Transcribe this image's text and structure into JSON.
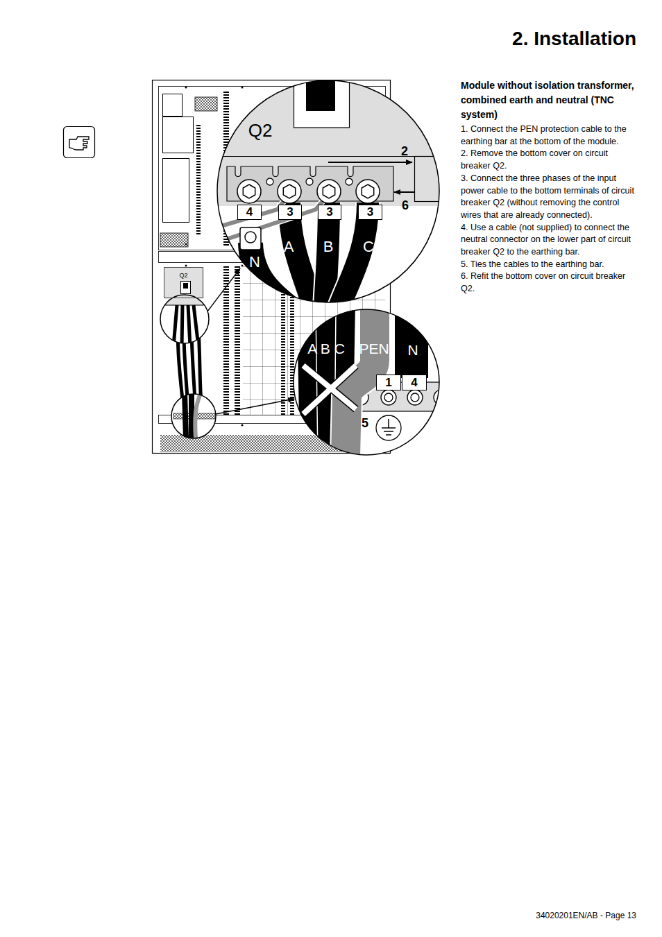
{
  "diagram": {
    "title": "2. Installation",
    "nodes": [
      {
        "text": [
          "Q2"
        ]
      },
      {
        "text": [
          "4"
        ]
      },
      {
        "text": [
          "3"
        ]
      },
      {
        "text": [
          "3"
        ]
      },
      {
        "text": [
          "3"
        ]
      },
      {
        "text": [
          "1"
        ]
      },
      {
        "text": [
          "4"
        ]
      }
    ],
    "labels": [
      "Q2",
      "2",
      "6",
      "N",
      "A",
      "B",
      "C",
      "A B C",
      "PEN",
      "N",
      "5",
      "Module without isolation transformer, combined earth and neutral (TNC system)",
      "1. Connect the PEN protection cable to the earthing bar at the bottom of the module.",
      "2. Remove the bottom cover on circuit breaker Q2.",
      "3. Connect the three phases of the input power cable to the bottom terminals of circuit breaker Q2 (without removing the control wires that are already connected).",
      "4. Use a cable (not supplied) to connect the neutral connector on the lower part of circuit breaker Q2 to the earthing bar.",
      "5. Ties the cables to the earthing bar.",
      "6. Refit the bottom cover on circuit breaker Q2.",
      "34020201EN/AB - Page 13"
    ]
  }
}
